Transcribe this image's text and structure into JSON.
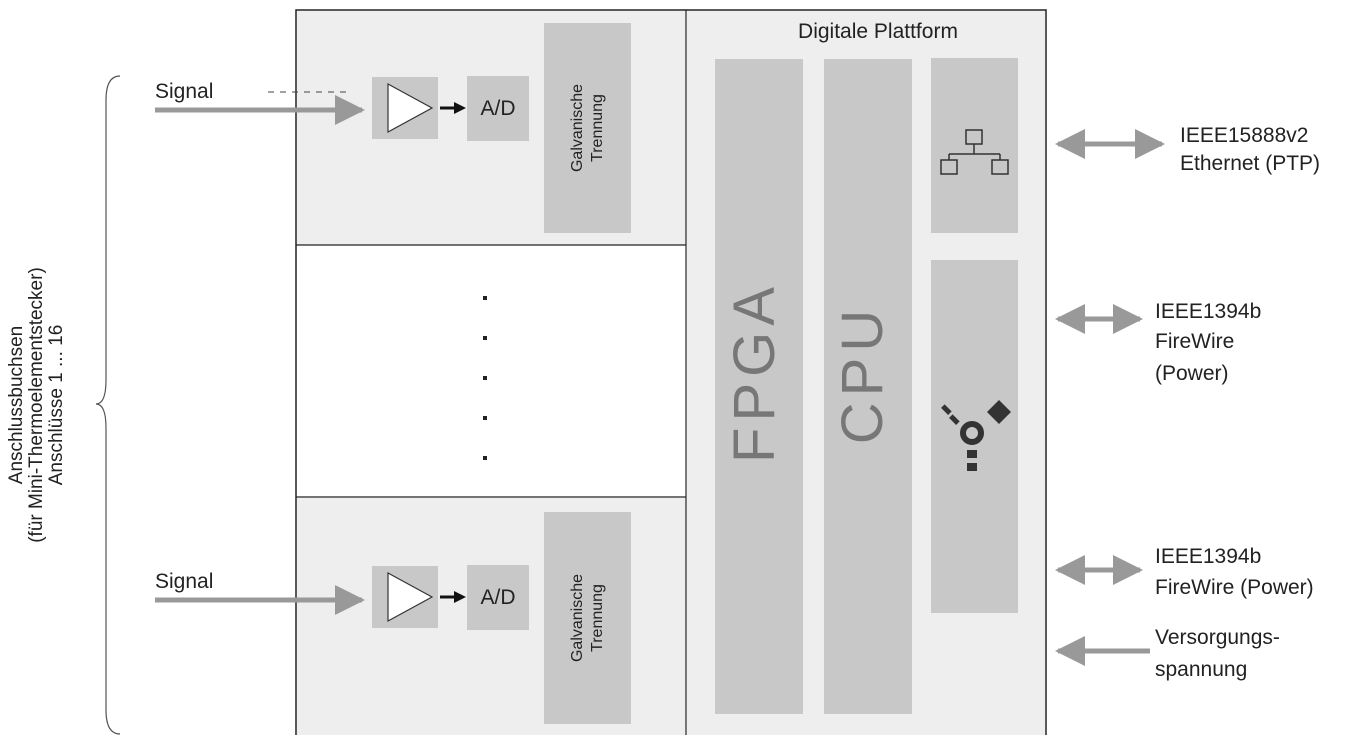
{
  "side_label": {
    "line1": "Anschlussbuchsen",
    "line2": "(für Mini-Thermoelementstecker)",
    "line3": "Anschlüsse 1 ... 16"
  },
  "channels": {
    "signal_label": "Signal",
    "ad_label": "A/D",
    "isolation_line1": "Galvanische",
    "isolation_line2": "Trennung"
  },
  "platform": {
    "title": "Digitale Plattform",
    "fpga_label": "FPGA",
    "cpu_label": "CPU",
    "network_icon": "network-topology-icon",
    "firewire_icon": "firewire-icon"
  },
  "interfaces": {
    "ethernet_line1": "IEEE15888v2",
    "ethernet_line2": "Ethernet (PTP)",
    "firewire1_line1": "IEEE1394b",
    "firewire1_line2": "FireWire",
    "firewire1_line3": "(Power)",
    "firewire2_line1": "IEEE1394b",
    "firewire2_line2": "FireWire (Power)",
    "power_line1": "Versorgungs-",
    "power_line2": "spannung"
  },
  "colors": {
    "block_fill": "#c8c8c8",
    "panel_fill": "#eeeeee",
    "arrow": "#999999",
    "text": "#222222"
  }
}
